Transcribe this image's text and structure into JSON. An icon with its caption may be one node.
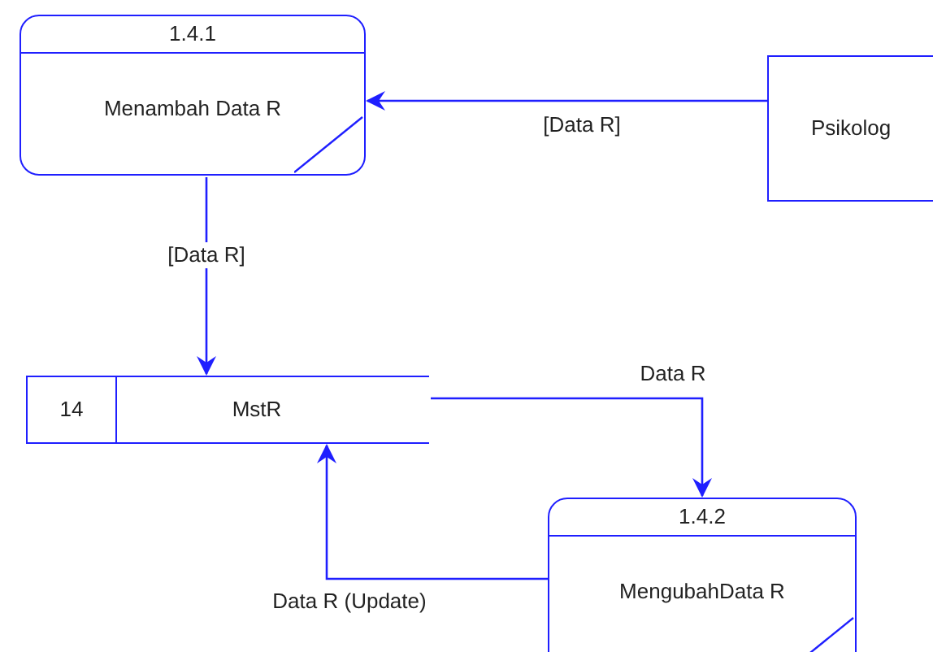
{
  "diagram": {
    "nodes": [
      {
        "text": [
          "1.4.1",
          "Menambah Data R"
        ]
      },
      {
        "text": [
          "Psikolog"
        ]
      },
      {
        "text": [
          "14",
          "MstR"
        ]
      },
      {
        "text": [
          "1.4.2",
          "MengubahData R"
        ]
      }
    ],
    "edges": [
      {
        "from": 1,
        "to": 0,
        "arrow": "to",
        "label": "[Data R]"
      },
      {
        "from": 0,
        "to": 2,
        "arrow": "to",
        "label": "[Data R]"
      },
      {
        "from": 2,
        "to": 3,
        "arrow": "to",
        "label": "Data R"
      },
      {
        "from": 3,
        "to": 2,
        "arrow": "to",
        "label": "Data R (Update)"
      }
    ]
  }
}
